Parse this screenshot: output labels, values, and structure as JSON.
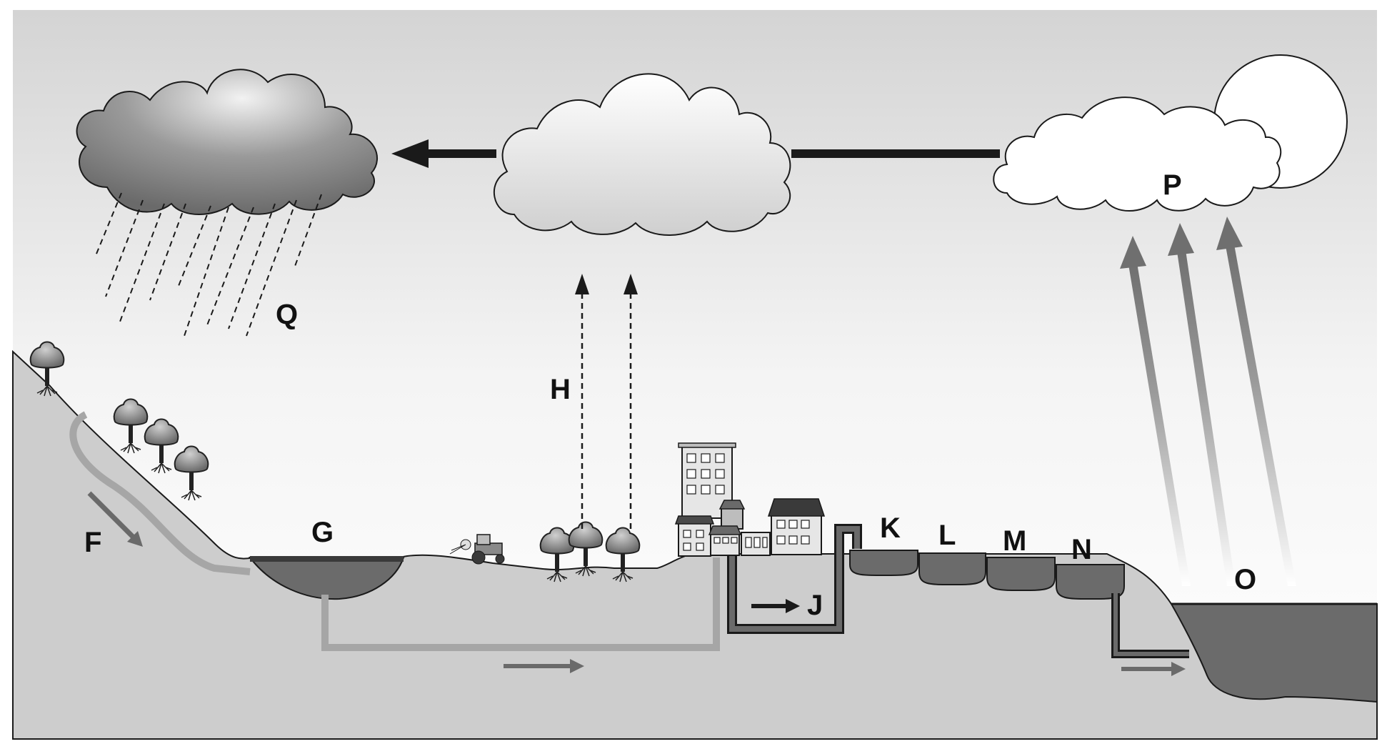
{
  "labels": {
    "F": "F",
    "G": "G",
    "H": "H",
    "J": "J",
    "K": "K",
    "L": "L",
    "M": "M",
    "N": "N",
    "O": "O",
    "P": "P",
    "Q": "Q"
  },
  "colors": {
    "sky_top": "#d6d6d6",
    "sky_bottom": "#ffffff",
    "ground": "#cfcfcf",
    "water": "#6b6b6b",
    "pipe_light": "#a6a6a6",
    "pipe_dark": "#5e5e5e",
    "outline": "#1a1a1a"
  },
  "icons": [
    "rain-cloud-icon",
    "cloud-icon",
    "sun-icon",
    "tree-icon",
    "tractor-icon",
    "building-icon",
    "arrow-icon"
  ]
}
